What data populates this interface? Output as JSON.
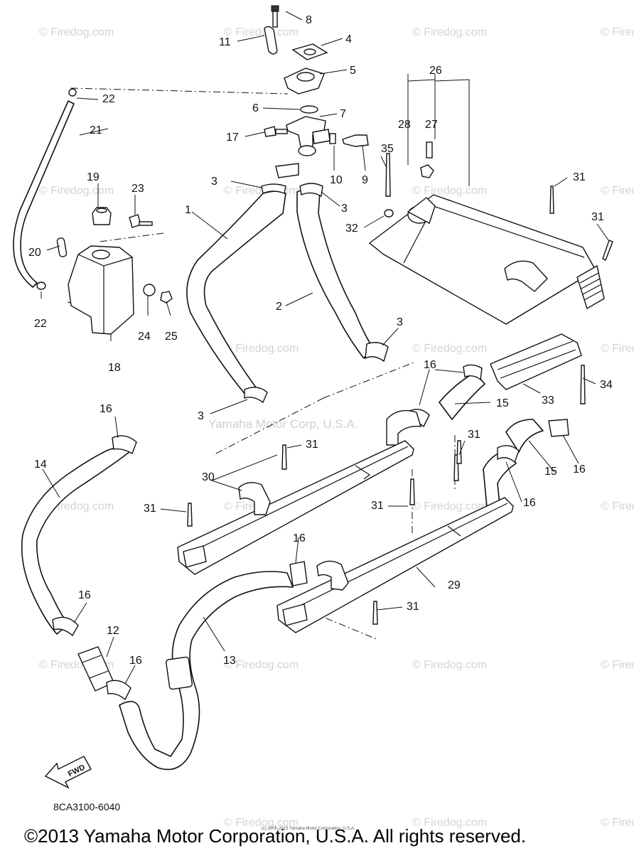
{
  "diagram": {
    "part_code": "8CA3100-6040",
    "copyright": "©2013 Yamaha Motor Corporation, U.S.A. All rights reserved.",
    "small_print": "(c) 2005-2013 Yamaha Motor Corporation, U.S.A.",
    "center_watermark": "Yamaha Motor Corp, U.S.A.",
    "watermark": "© Firedog.com",
    "fwd_label": "FWD",
    "callouts": [
      "1",
      "2",
      "3",
      "4",
      "5",
      "6",
      "7",
      "8",
      "9",
      "10",
      "11",
      "12",
      "13",
      "14",
      "15",
      "16",
      "17",
      "18",
      "19",
      "20",
      "21",
      "22",
      "23",
      "24",
      "25",
      "26",
      "27",
      "28",
      "29",
      "30",
      "31",
      "32",
      "33",
      "34",
      "35"
    ]
  }
}
